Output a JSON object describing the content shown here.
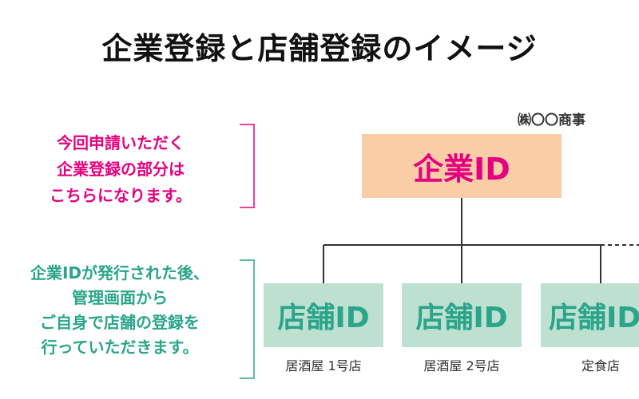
{
  "title": "企業登録と店舗登録のイメージ",
  "notes": {
    "company_note": [
      "今回申請いただく",
      "企業登録の部分は",
      "こちらになります。"
    ],
    "store_note": [
      "企業IDが発行された後、",
      "管理画面から",
      "ご自身で店舗の登録を",
      "行っていただきます。"
    ]
  },
  "company": {
    "name_label": "㈱〇〇商事",
    "id_label": "企業ID"
  },
  "stores": [
    {
      "id_label": "店舗ID",
      "name": "居酒屋 1号店"
    },
    {
      "id_label": "店舗ID",
      "name": "居酒屋 2号店"
    },
    {
      "id_label": "店舗ID",
      "name": "定食店"
    }
  ],
  "colors": {
    "pink": "#e5007f",
    "teal": "#2aa58a",
    "company_box": "#f9cda6",
    "store_box": "#bde0d1",
    "line": "#333333"
  }
}
